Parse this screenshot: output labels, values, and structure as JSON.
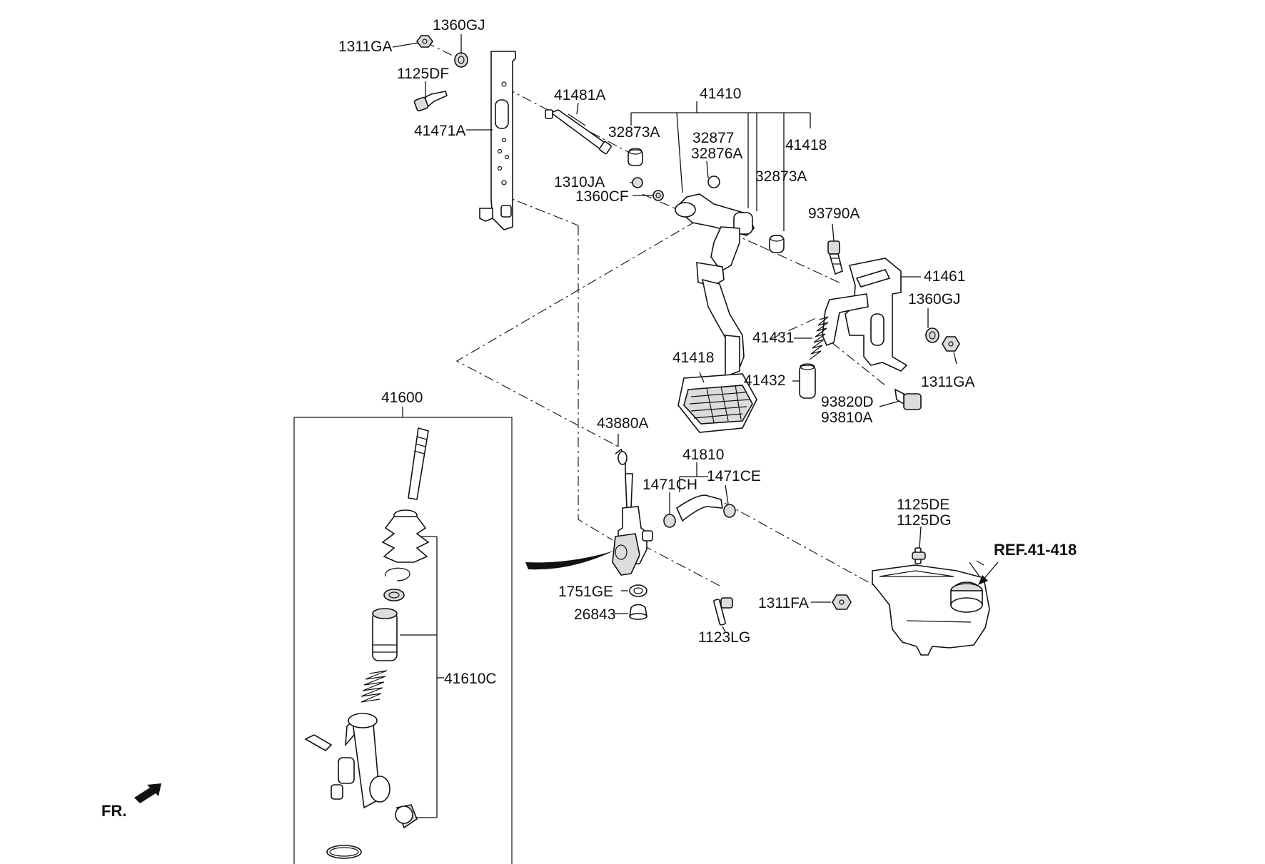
{
  "labels": {
    "p1311GA_top": "1311GA",
    "p1360GJ_top": "1360GJ",
    "p1125DF": "1125DF",
    "p41471A": "41471A",
    "p41481A": "41481A",
    "p41410": "41410",
    "p32873A_left": "32873A",
    "p32877": "32877",
    "p32876A": "32876A",
    "p41418_top": "41418",
    "p32873A_right": "32873A",
    "p1310JA": "1310JA",
    "p1360CF": "1360CF",
    "p93790A": "93790A",
    "p41461": "41461",
    "p1360GJ_right": "1360GJ",
    "p41431": "41431",
    "p41418_pedal": "41418",
    "p41432": "41432",
    "p1311GA_right": "1311GA",
    "p93820D": "93820D",
    "p93810A": "93810A",
    "p41600": "41600",
    "p43880A": "43880A",
    "p41810": "41810",
    "p1471CH": "1471CH",
    "p1471CE": "1471CE",
    "p1125DE": "1125DE",
    "p1125DG": "1125DG",
    "ref": "REF.41-418",
    "p1751GE": "1751GE",
    "p26843": "26843",
    "p1311FA": "1311FA",
    "p1123LG": "1123LG",
    "p41610C": "41610C",
    "fr": "FR."
  },
  "icons": {
    "front_direction": "arrow-icon"
  },
  "colors": {
    "line": "#111111",
    "background": "#ffffff"
  }
}
